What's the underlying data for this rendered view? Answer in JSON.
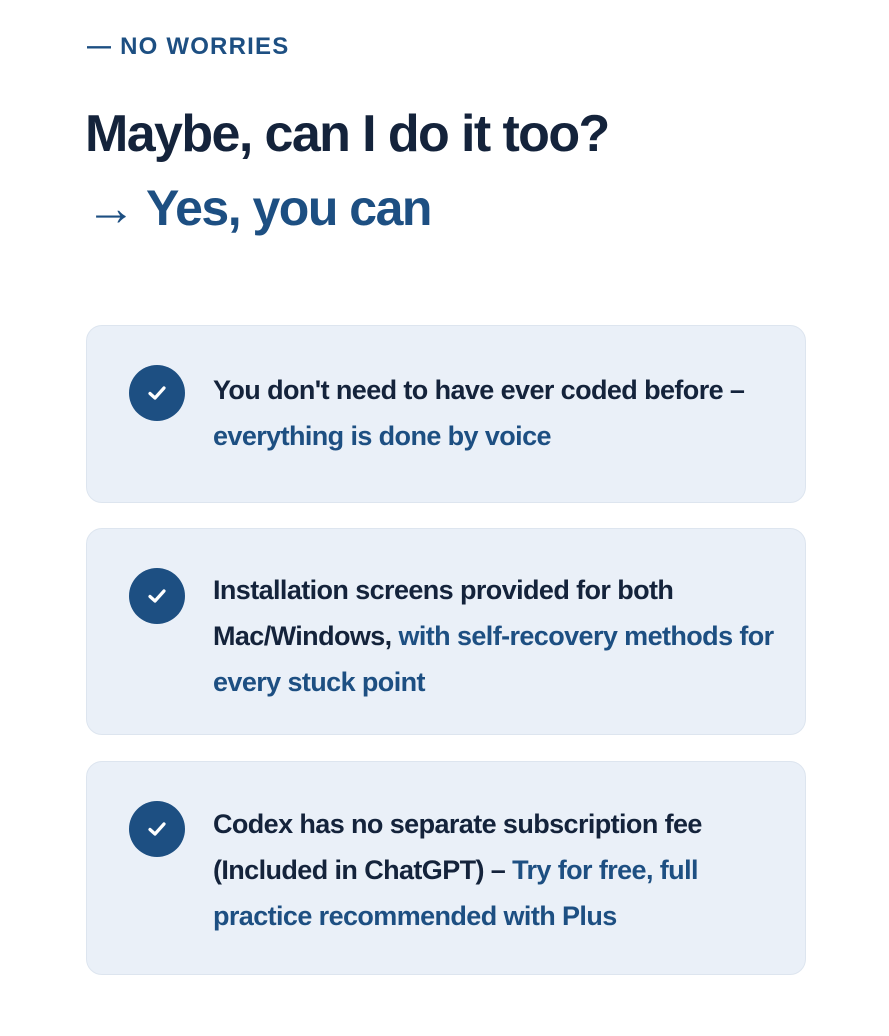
{
  "eyebrow": "— NO WORRIES",
  "headline": "Maybe, can I do it too?",
  "subheadline": "→ Yes, you can",
  "colors": {
    "accent": "#1d4f82",
    "text": "#14233b",
    "card_bg": "#eaf0f8"
  },
  "items": [
    {
      "icon": "checkmark-icon",
      "text_dark": "You don't need to have ever coded before –",
      "text_accent": "everything is done by voice"
    },
    {
      "icon": "checkmark-icon",
      "text_dark": "Installation screens provided for both Mac/Windows,",
      "text_accent": "with self-recovery methods for every stuck point"
    },
    {
      "icon": "checkmark-icon",
      "text_dark": "Codex has no separate subscription fee (Included in ChatGPT) –",
      "text_accent": "Try for free, full practice recommended with Plus"
    }
  ]
}
